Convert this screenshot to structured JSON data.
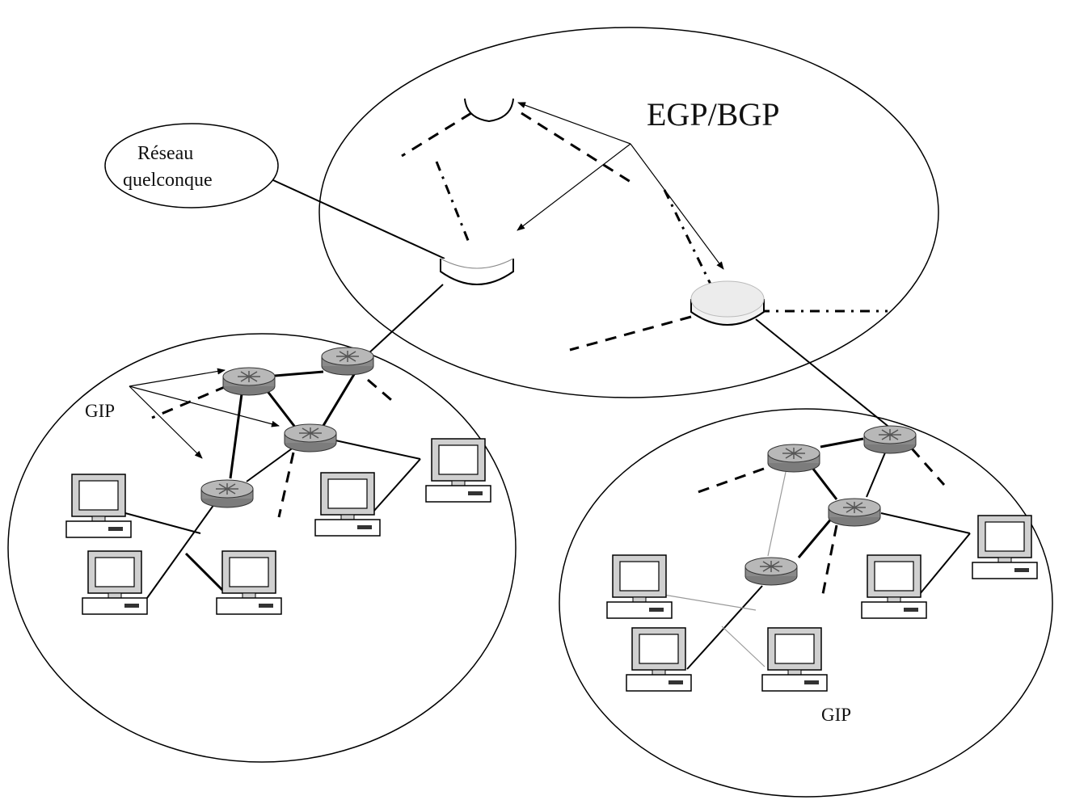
{
  "labels": {
    "egp_bgp": "EGP/BGP",
    "gip_left": "GIP",
    "gip_right": "GIP",
    "network_line1": "Réseau",
    "network_line2": "quelconque"
  },
  "colors": {
    "line": "#000000",
    "router_body": "#8a8a8a",
    "router_top": "#c4c4c4",
    "monitor": "#cfcfcf",
    "screen": "#ffffff",
    "faint_link": "#9a9a9a"
  },
  "icons": {
    "backbone_router": "cylinder-router-icon",
    "router": "router-icon",
    "computer": "computer-icon"
  }
}
